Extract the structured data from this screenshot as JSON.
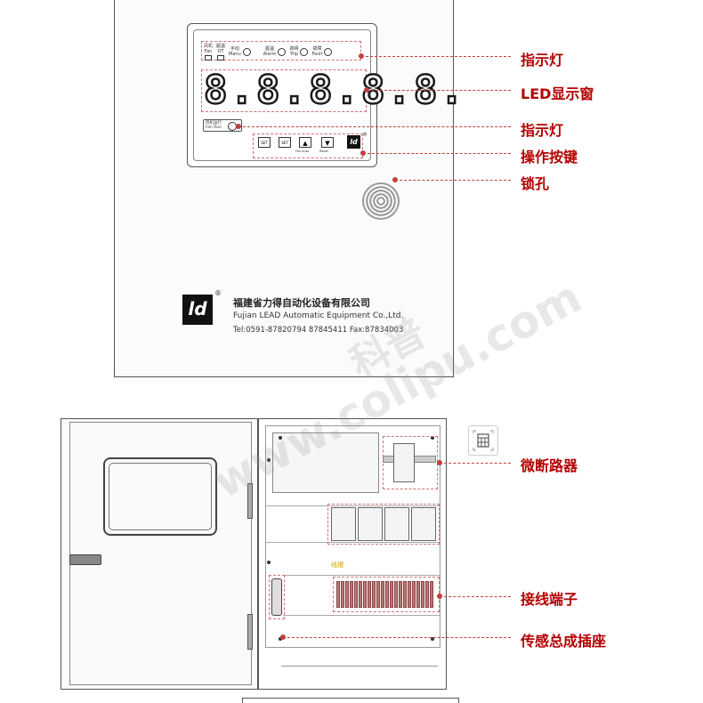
{
  "indicators_top": [
    {
      "label": "风机\nFan",
      "shape": "square"
    },
    {
      "label": "超温\nOT",
      "shape": "square"
    },
    {
      "label": "手动\nManu",
      "shape": "circle"
    },
    {
      "label": "超温\nAlarm",
      "shape": "circle"
    },
    {
      "label": "跳闸\nTrip",
      "shape": "circle"
    },
    {
      "label": "故障\nFault",
      "shape": "circle"
    }
  ],
  "led_display": "8.8.8.8.8.",
  "fan_run_label": "风机运行\nFan Run",
  "buttons": [
    {
      "label": "SET",
      "icon": "set-icon"
    },
    {
      "label": "SET",
      "icon": "set-icon"
    },
    {
      "label": "▲",
      "icon": "up-arrow-icon",
      "caption": "Fan Auto"
    },
    {
      "label": "▼",
      "icon": "down-arrow-icon",
      "caption": "Reset"
    }
  ],
  "logo_text": "ld",
  "registered_mark": "®",
  "company": {
    "name_cn": "福建省力得自动化设备有限公司",
    "name_en": "Fujian LEAD Automatic Equipment Co.,Ltd.",
    "tel": "Tel:0591-87820794 87845411 Fax:87834003"
  },
  "callouts_top": [
    "指示灯",
    "LED显示窗",
    "指示灯",
    "操作按键",
    "锁孔"
  ],
  "callouts_bottom": [
    "微断路器",
    "接线端子",
    "传感总成插座"
  ],
  "trough_label": "线槽",
  "watermark": {
    "cn": "科普",
    "en": "www.colipu.com"
  },
  "colors": {
    "accent": "#b40000",
    "line": "#c04040"
  }
}
